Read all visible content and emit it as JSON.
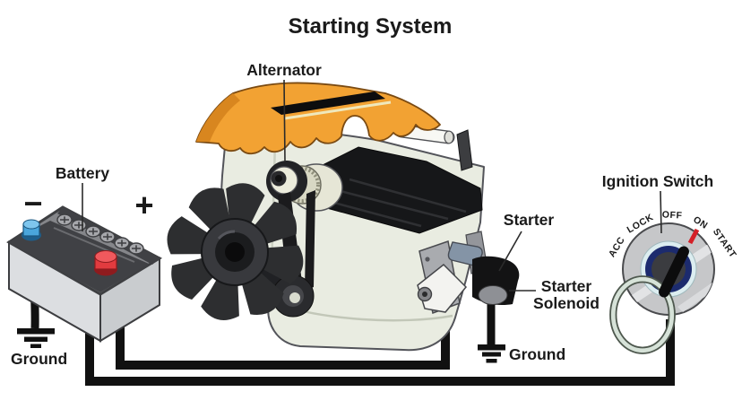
{
  "title": "Starting System",
  "components": {
    "alternator": {
      "label": "Alternator"
    },
    "battery": {
      "label": "Battery",
      "negative": "−",
      "positive": "+",
      "ground_label": "Ground"
    },
    "starter": {
      "label": "Starter"
    },
    "starter_solenoid": {
      "label_line1": "Starter",
      "label_line2": "Solenoid",
      "ground_label": "Ground"
    },
    "ignition_switch": {
      "label": "Ignition Switch",
      "positions": [
        "ACC",
        "LOCK",
        "OFF",
        "ON",
        "START"
      ]
    }
  },
  "colors": {
    "engine_cover_orange": "#F2A233",
    "wire_black": "#111111",
    "battery_positive_red": "#E23B3F",
    "battery_negative_blue": "#4AA6DC",
    "switch_ring_navy": "#1C2B6E",
    "ignition_indicator_red": "#D42027",
    "key_ring_green": "#D6E2D8"
  }
}
